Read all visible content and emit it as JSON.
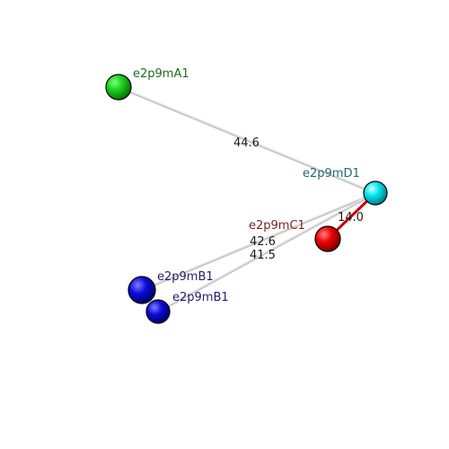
{
  "atoms": [
    {
      "id": "A1",
      "label": "e2p9mA1",
      "label_color": "#1f6b1f",
      "colors": {
        "light": "#7dff7d",
        "mid": "#19d119",
        "dark": "#0b6e0b"
      }
    },
    {
      "id": "D1",
      "label": "e2p9mD1",
      "label_color": "#1f6b6b",
      "colors": {
        "light": "#c8ffff",
        "mid": "#00e5ee",
        "dark": "#007f88"
      }
    },
    {
      "id": "C1",
      "label": "e2p9mC1",
      "label_color": "#7a1f1f",
      "colors": {
        "light": "#ff8080",
        "mid": "#ee0000",
        "dark": "#7a0000"
      }
    },
    {
      "id": "B1a",
      "label": "e2p9mB1",
      "label_color": "#1f1f6b",
      "colors": {
        "light": "#7f7fff",
        "mid": "#0b0bdd",
        "dark": "#000066"
      }
    },
    {
      "id": "B1b",
      "label": "e2p9mB1",
      "label_color": "#1f1f6b",
      "colors": {
        "light": "#7f7fff",
        "mid": "#0b0bdd",
        "dark": "#000066"
      }
    }
  ],
  "distances": [
    {
      "from": "A1",
      "to": "D1",
      "value": "44.6",
      "style": "grey"
    },
    {
      "from": "D1",
      "to": "C1",
      "value": "14.0",
      "style": "red"
    },
    {
      "from": "D1",
      "to": "B1a",
      "value": "42.6",
      "style": "grey"
    },
    {
      "from": "D1",
      "to": "B1b",
      "value": "41.5",
      "style": "grey"
    }
  ],
  "colors": {
    "grey_bond": "#c8c8c8",
    "red_bond": "#cc0000",
    "background": "#ffffff"
  }
}
